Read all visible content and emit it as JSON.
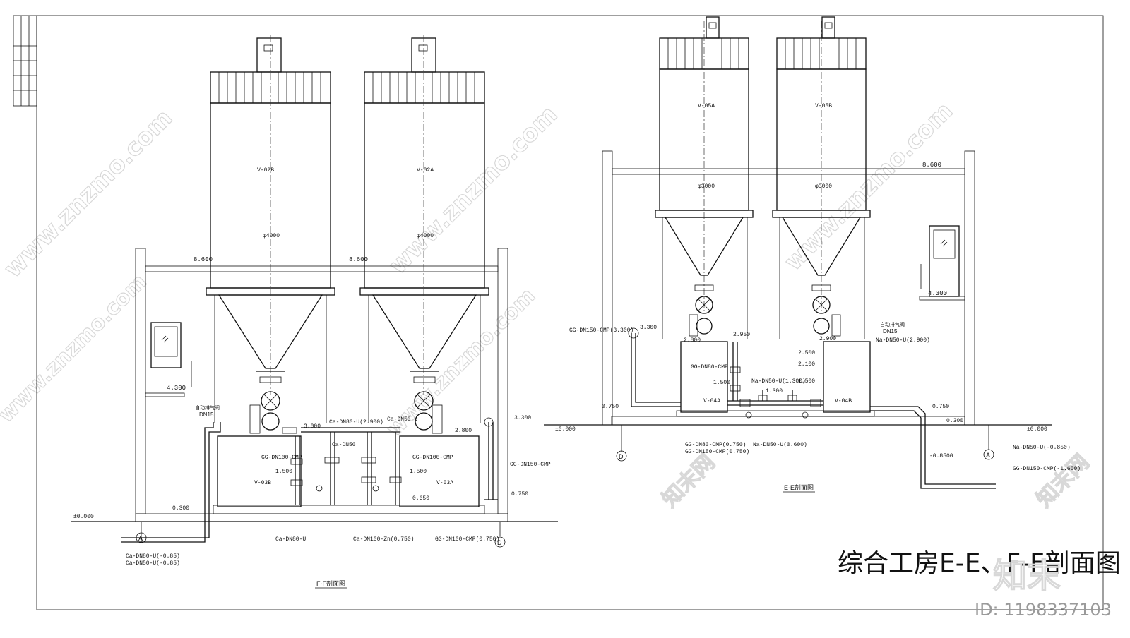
{
  "drawing_title": "综合工房E-E、F-F剖面图",
  "watermark": {
    "url": "www.znzmo.com",
    "brand": "知末网",
    "logo": "知末",
    "id_text": "ID: 1198337103"
  },
  "sections": {
    "ff": {
      "caption": "F-F剖面图",
      "tanks": {
        "left": "V-02B",
        "right": "V-02A",
        "left_dia": "φ4000",
        "right_dia": "φ4000"
      },
      "day_tanks": {
        "left": "V-03B",
        "right": "V-03A"
      },
      "levels": {
        "roof_l": "8.600",
        "roof_r": "8.600",
        "window": "4.300",
        "ground": "±0.000",
        "floor": "0.300",
        "l3000": "3.000",
        "l2800": "2.800",
        "l3300": "3.300",
        "l1500a": "1.500",
        "l1500b": "1.500",
        "l0650": "0.650",
        "l0750": "0.750"
      },
      "labels": {
        "vent": "自动排气阀",
        "dn15": "DN15",
        "gg_dn100_a": "GG-DN100-CMP",
        "gg_dn100_b": "GG-DN100-CMP",
        "ca_dn80_u": "Ca-DN80-U(2.900)",
        "ca_dn50_u": "Ca-DN50-U",
        "ca_dn50": "Ca-DN50",
        "gg_dn150": "GG-DN150-CMP",
        "ca_dn80": "Ca-DN80-U",
        "ca_dn100_zn": "Ca-DN100-Zn(0.750)",
        "gg_dn100_0750": "GG-DN100-CMP(0.750)",
        "ca_dn80_u_085": "Ca-DN80-U(-0.85)",
        "ca_dn50_u_085": "Ca-DN50-U(-0.85)",
        "axis_a": "A",
        "axis_d": "D"
      }
    },
    "ee": {
      "caption": "E-E剖面图",
      "tanks": {
        "left": "V-05A",
        "right": "V-05B",
        "left_dia": "φ3000",
        "right_dia": "φ3000"
      },
      "day_tanks": {
        "left": "V-04A",
        "right": "V-04B"
      },
      "levels": {
        "roof": "8.600",
        "window": "4.300",
        "ground_l": "±0.000",
        "ground_r": "±0.000",
        "l3300": "3.300",
        "l2800": "2.800",
        "l2950": "2.950",
        "l2900": "2.900",
        "l2500": "2.500",
        "l2100": "2.100",
        "l1500a": "1.500",
        "l1500b": "1.500",
        "l1300": "1.300",
        "l0750a": "0.750",
        "l0750b": "0.750",
        "l0300": "0.300",
        "l_085": "-0.8500"
      },
      "labels": {
        "gg_dn150_3300": "GG-DN150-CMP(3.300)",
        "gg_dn80": "GG-DN80-CMP",
        "na_dn50_1300": "Na-DN50-U(1.300)",
        "vent": "自动排气阀",
        "dn15": "DN15",
        "na_dn50_2900": "Na-DN50-U(2.900)",
        "gg_dn80_0750": "GG-DN80-CMP(0.750)",
        "gg_dn150_0750": "GG-DN150-CMP(0.750)",
        "na_dn50_0600": "Na-DN50-U(0.600)",
        "na_dn50_085": "Na-DN50-U(-0.850)",
        "gg_dn150_16": "GG-DN150-CMP(-1.600)",
        "axis_d": "D",
        "axis_a": "A"
      }
    }
  }
}
